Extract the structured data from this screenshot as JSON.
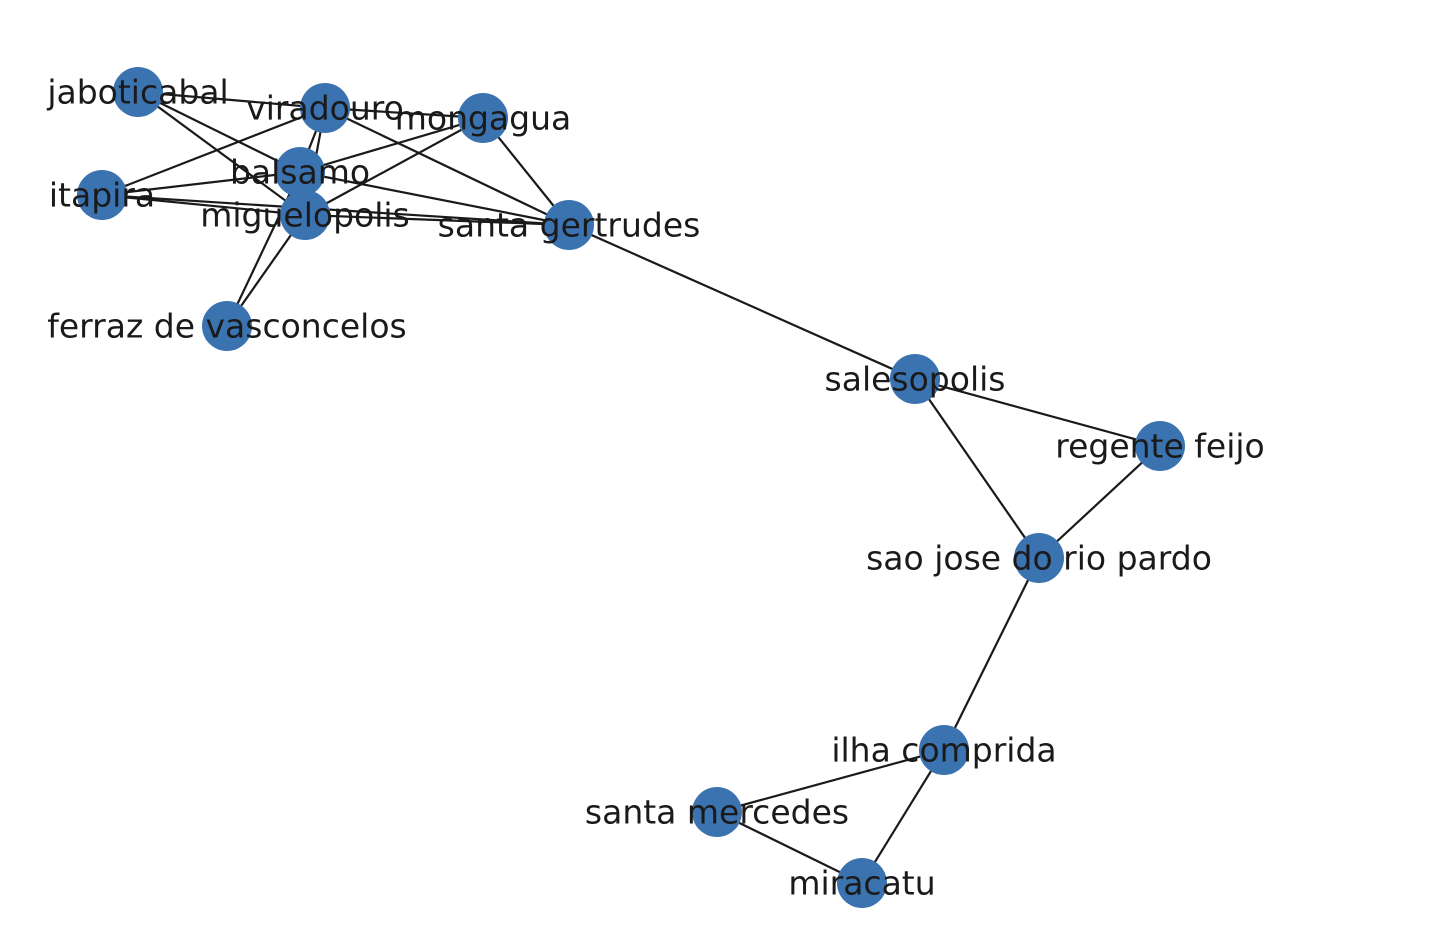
{
  "colors": {
    "node": "#3b73b0",
    "edge": "#1a1a1a",
    "label": "#1a1a1a",
    "background": "#ffffff"
  },
  "nodes": [
    {
      "id": "jaboticabal",
      "label": "jaboticabal"
    },
    {
      "id": "viradouro",
      "label": "viradouro"
    },
    {
      "id": "mongagua",
      "label": "mongagua"
    },
    {
      "id": "balsamo",
      "label": "balsamo"
    },
    {
      "id": "itapira",
      "label": "itapira"
    },
    {
      "id": "miguelopolis",
      "label": "miguelopolis"
    },
    {
      "id": "santa-gertrudes",
      "label": "santa gertrudes"
    },
    {
      "id": "ferraz-de-vasconcelos",
      "label": "ferraz de vasconcelos"
    },
    {
      "id": "salesopolis",
      "label": "salesopolis"
    },
    {
      "id": "regente-feijo",
      "label": "regente feijo"
    },
    {
      "id": "sao-jose-do-rio-pardo",
      "label": "sao jose do rio pardo"
    },
    {
      "id": "ilha-comprida",
      "label": "ilha comprida"
    },
    {
      "id": "santa-mercedes",
      "label": "santa mercedes"
    },
    {
      "id": "miracatu",
      "label": "miracatu"
    }
  ],
  "edges": [
    [
      "jaboticabal",
      "viradouro"
    ],
    [
      "jaboticabal",
      "balsamo"
    ],
    [
      "jaboticabal",
      "miguelopolis"
    ],
    [
      "viradouro",
      "mongagua"
    ],
    [
      "viradouro",
      "balsamo"
    ],
    [
      "viradouro",
      "miguelopolis"
    ],
    [
      "viradouro",
      "itapira"
    ],
    [
      "viradouro",
      "santa-gertrudes"
    ],
    [
      "mongagua",
      "balsamo"
    ],
    [
      "mongagua",
      "miguelopolis"
    ],
    [
      "mongagua",
      "santa-gertrudes"
    ],
    [
      "balsamo",
      "itapira"
    ],
    [
      "balsamo",
      "miguelopolis"
    ],
    [
      "balsamo",
      "santa-gertrudes"
    ],
    [
      "balsamo",
      "ferraz-de-vasconcelos"
    ],
    [
      "itapira",
      "miguelopolis"
    ],
    [
      "itapira",
      "santa-gertrudes"
    ],
    [
      "miguelopolis",
      "santa-gertrudes"
    ],
    [
      "miguelopolis",
      "ferraz-de-vasconcelos"
    ],
    [
      "santa-gertrudes",
      "salesopolis"
    ],
    [
      "salesopolis",
      "regente-feijo"
    ],
    [
      "salesopolis",
      "sao-jose-do-rio-pardo"
    ],
    [
      "regente-feijo",
      "sao-jose-do-rio-pardo"
    ],
    [
      "sao-jose-do-rio-pardo",
      "ilha-comprida"
    ],
    [
      "ilha-comprida",
      "santa-mercedes"
    ],
    [
      "ilha-comprida",
      "miracatu"
    ],
    [
      "santa-mercedes",
      "miracatu"
    ]
  ]
}
